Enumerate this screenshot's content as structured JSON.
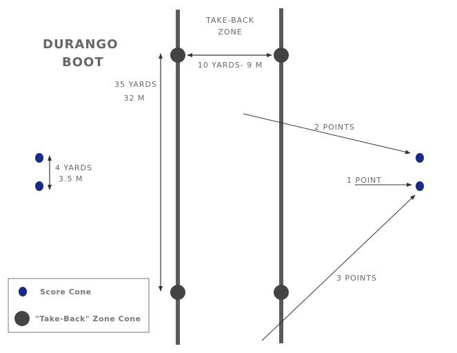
{
  "title_lines": [
    "DURANGO",
    "BOOT"
  ],
  "zone_label_lines": [
    "TAKE-BACK",
    "ZONE"
  ],
  "width_label": "10 YARDS- 9 M",
  "length_label_lines": [
    "35 YARDS",
    "32 M"
  ],
  "score_gap_label_lines": [
    "4 YARDS",
    "3.5 M"
  ],
  "points": {
    "two": "2 POINTS",
    "one": "1 POINT",
    "three": "3 POINTS"
  },
  "legend": {
    "score_cone": "Score Cone",
    "zone_cone": "\"Take-Back\" Zone Cone"
  },
  "colors": {
    "line": "#5a5a5a",
    "zone_cone": "#444444",
    "score_cone": "#1a2a8c",
    "text": "#666666"
  }
}
